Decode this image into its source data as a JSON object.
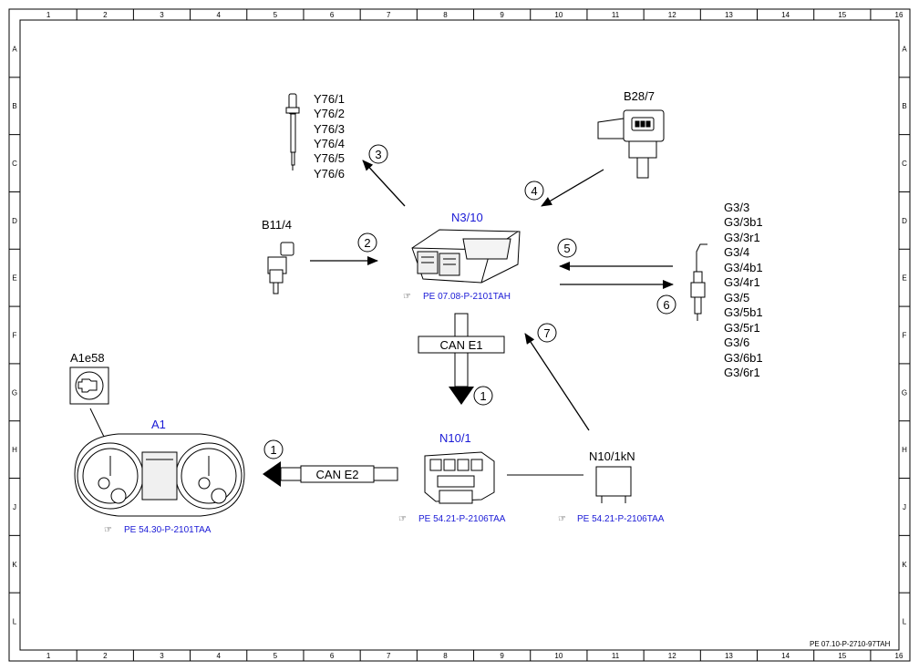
{
  "grid": {
    "columns": [
      "1",
      "2",
      "3",
      "4",
      "5",
      "6",
      "7",
      "8",
      "9",
      "10",
      "11",
      "12",
      "13",
      "14",
      "15",
      "16"
    ],
    "rows": [
      "A",
      "B",
      "C",
      "D",
      "E",
      "F",
      "G",
      "H",
      "J",
      "K",
      "L"
    ]
  },
  "components": {
    "glow_plugs": {
      "labels": [
        "Y76/1",
        "Y76/2",
        "Y76/3",
        "Y76/4",
        "Y76/5",
        "Y76/6"
      ]
    },
    "pressure_sensor": {
      "label": "B28/7"
    },
    "ecu": {
      "label": "N3/10",
      "ref": "PE 07.08-P-2101TAH"
    },
    "coolant_sensor": {
      "label": "B11/4"
    },
    "oxygen_sensors": {
      "labels": [
        "G3/3",
        "G3/3b1",
        "G3/3r1",
        "G3/4",
        "G3/4b1",
        "G3/4r1",
        "G3/5",
        "G3/5b1",
        "G3/5r1",
        "G3/6",
        "G3/6b1",
        "G3/6r1"
      ]
    },
    "warning_lamp": {
      "label": "A1e58"
    },
    "cluster": {
      "label": "A1",
      "ref": "PE 54.30-P-2101TAA"
    },
    "sam_module": {
      "label": "N10/1",
      "ref": "PE 54.21-P-2106TAA"
    },
    "relay": {
      "label": "N10/1kN",
      "ref": "PE 54.21-P-2106TAA"
    }
  },
  "buses": {
    "can_e1": "CAN E1",
    "can_e2": "CAN E2"
  },
  "steps": {
    "s1a": "1",
    "s1b": "1",
    "s2": "2",
    "s3": "3",
    "s4": "4",
    "s5": "5",
    "s6": "6",
    "s7": "7"
  },
  "doc_id": "PE 07.10-P-2710-97TAH"
}
